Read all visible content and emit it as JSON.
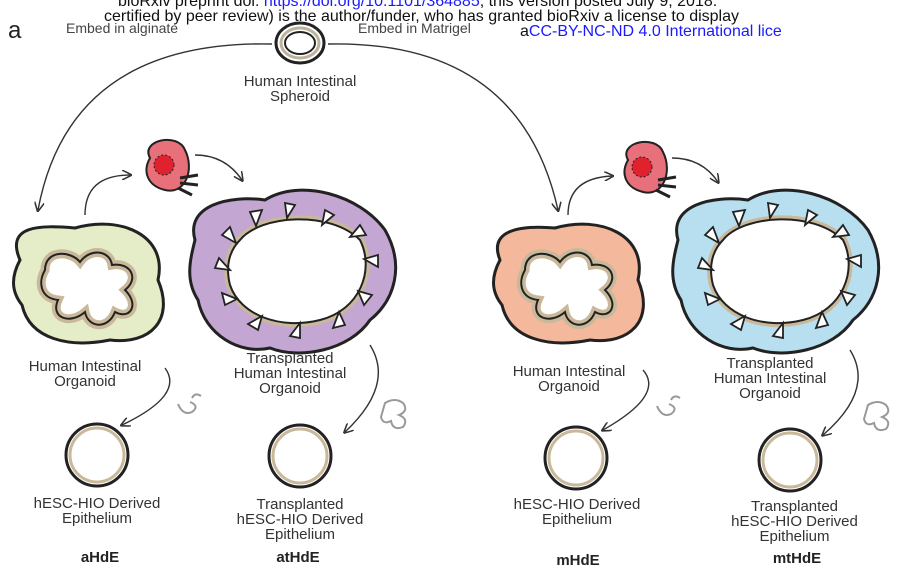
{
  "header": {
    "line1_prefix": "bioRxiv preprint doi: ",
    "line1_link": "https://doi.org/10.1101/364885",
    "line1_suffix": "; this version posted July 9, 2018.",
    "line2": "certified by peer review) is the author/funder, who has granted bioRxiv a license to display",
    "line3_prefix": "a",
    "line3_link": "CC-BY-NC-ND 4.0 International lice"
  },
  "panel_letter": "a",
  "embed_alginate": "Embed in alginate",
  "embed_matrigel": "Embed in Matrigel",
  "spheroid_label": [
    "Human Intestinal",
    "Spheroid"
  ],
  "organoid_labels": {
    "hio_left": [
      "Human Intestinal",
      "Organoid"
    ],
    "thio_left": [
      "Transplanted",
      "Human Intestinal",
      "Organoid"
    ],
    "hio_right": [
      "Human Intestinal",
      "Organoid"
    ],
    "thio_right": [
      "Transplanted",
      "Human Intestinal",
      "Organoid"
    ]
  },
  "epithelium_labels": {
    "a": [
      "hESC-HIO Derived",
      "Epithelium"
    ],
    "at": [
      "Transplanted",
      "hESC-HIO Derived",
      "Epithelium"
    ],
    "m": [
      "hESC-HIO Derived",
      "Epithelium"
    ],
    "mt": [
      "Transplanted",
      "hESC-HIO Derived",
      "Epithelium"
    ]
  },
  "abbreviations": {
    "a": "aHdE",
    "at": "atHdE",
    "m": "mHdE",
    "mt": "mtHdE"
  },
  "colors": {
    "hio_alginate": "#e4ecc8",
    "thio_alginate": "#c3a6d2",
    "hio_matrigel": "#f4b89c",
    "thio_matrigel": "#b7dff0",
    "tissue": "#c9b99a",
    "kidney": "#e8707a",
    "kidney_core": "#e0222e",
    "outline": "#222222"
  }
}
